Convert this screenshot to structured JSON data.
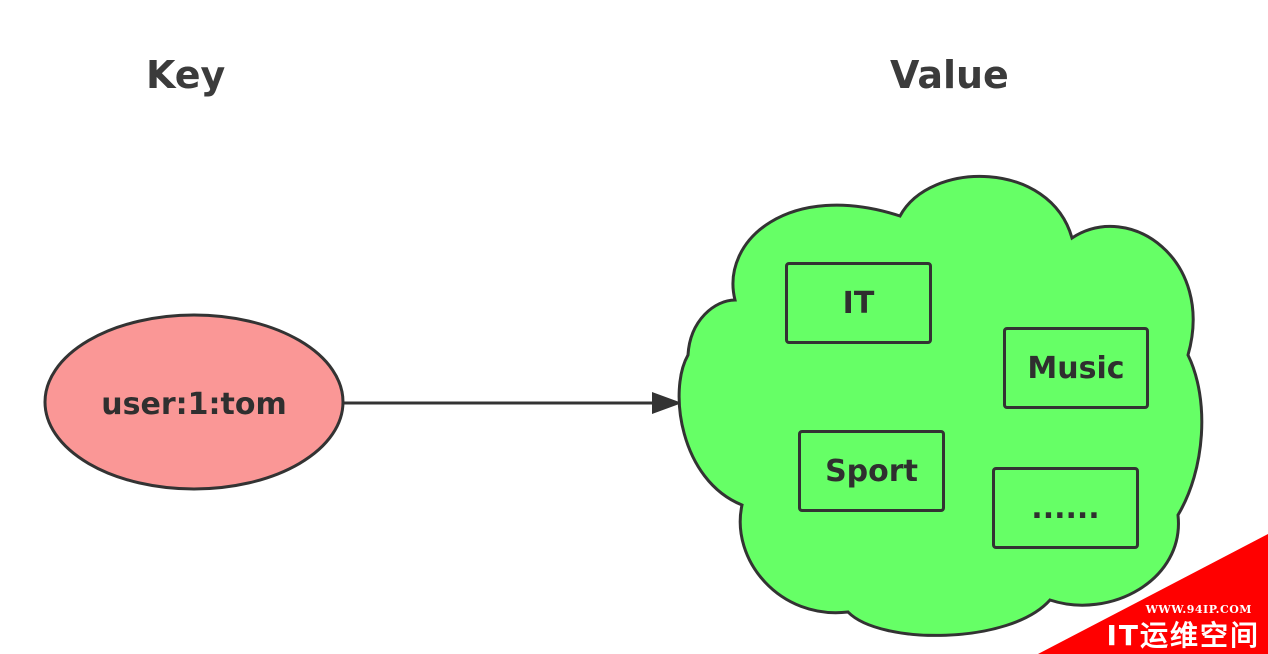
{
  "headings": {
    "key": "Key",
    "value": "Value"
  },
  "key_node": {
    "label": "user:1:tom",
    "fill": "#fa9796"
  },
  "value_node": {
    "fill": "#66ff66",
    "tags": [
      {
        "label": "IT"
      },
      {
        "label": "Music"
      },
      {
        "label": "Sport"
      },
      {
        "label": "......"
      }
    ]
  },
  "watermark": {
    "url": "WWW.94IP.COM",
    "name": "IT运维空间",
    "color": "#ff0000"
  },
  "colors": {
    "stroke": "#333333"
  }
}
